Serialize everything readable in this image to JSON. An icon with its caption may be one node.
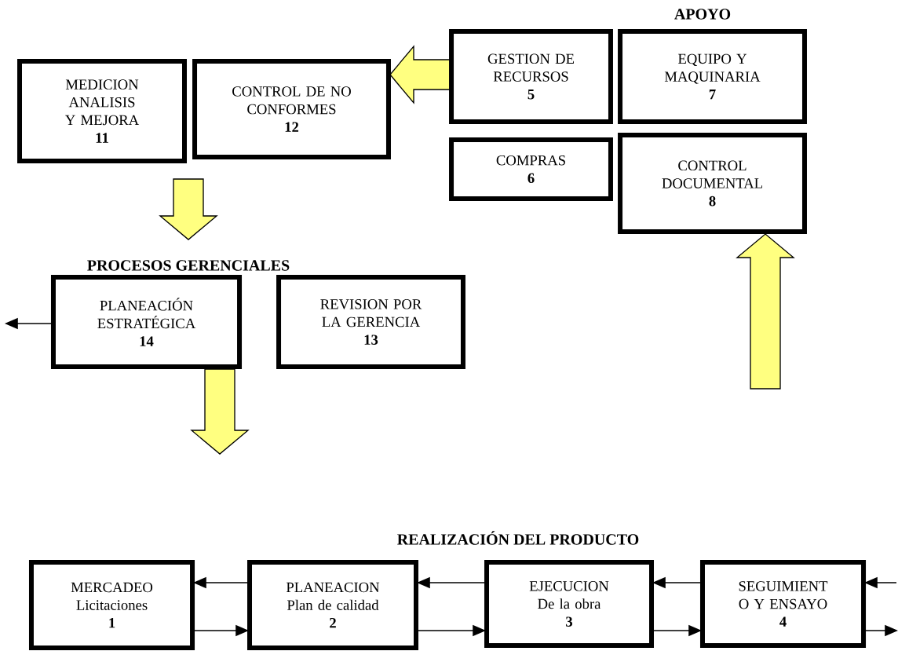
{
  "diagram": {
    "nodes": [
      {
        "text": [
          "MEDICION ANALISIS Y MEJORA",
          "11"
        ]
      },
      {
        "text": [
          "CONTROL DE NO CONFORMES",
          "12"
        ]
      },
      {
        "text": [
          "GESTION DE RECURSOS",
          "5"
        ]
      },
      {
        "text": [
          "EQUIPO Y MAQUINARIA",
          "7"
        ]
      },
      {
        "text": [
          "COMPRAS",
          "6"
        ]
      },
      {
        "text": [
          "CONTROL DOCUMENTAL",
          "8"
        ]
      },
      {
        "text": [
          "PLANEACIÓN ESTRATÉGICA",
          "14"
        ]
      },
      {
        "text": [
          "REVISION POR LA GERENCIA",
          "13"
        ]
      },
      {
        "text": [
          "MERCADEO",
          "Licitaciones",
          "1"
        ]
      },
      {
        "text": [
          "PLANEACION",
          "Plan de calidad",
          "2"
        ]
      },
      {
        "text": [
          "EJECUCION",
          "De la obra",
          "3"
        ]
      },
      {
        "text": [
          "SEGUIMIENT O Y ENSAYO",
          "4"
        ]
      }
    ],
    "edges": [
      {
        "from": 2,
        "to": 1,
        "arrow": "to",
        "style": "thick",
        "color": "#ffff80"
      },
      {
        "from": 0,
        "to": null,
        "arrow": "to",
        "style": "thick",
        "color": "#ffff80"
      },
      {
        "from": 6,
        "to": null,
        "arrow": "to",
        "style": "thick",
        "color": "#ffff80"
      },
      {
        "from": null,
        "to": 5,
        "arrow": "to",
        "style": "thick",
        "color": "#ffff80"
      },
      {
        "from": 6,
        "to": null,
        "arrow": "to"
      },
      {
        "from": 9,
        "to": 8,
        "arrow": "to"
      },
      {
        "from": 10,
        "to": 9,
        "arrow": "to"
      },
      {
        "from": 11,
        "to": 10,
        "arrow": "to"
      },
      {
        "from": null,
        "to": 11,
        "arrow": "to"
      },
      {
        "from": 8,
        "to": 9,
        "arrow": "to"
      },
      {
        "from": 9,
        "to": 10,
        "arrow": "to"
      },
      {
        "from": 10,
        "to": 11,
        "arrow": "to"
      },
      {
        "from": 11,
        "to": null,
        "arrow": "to"
      }
    ],
    "labels": [
      "APOYO",
      "PROCESOS GERENCIALES",
      "REALIZACIÓN DEL PRODUCTO"
    ]
  }
}
